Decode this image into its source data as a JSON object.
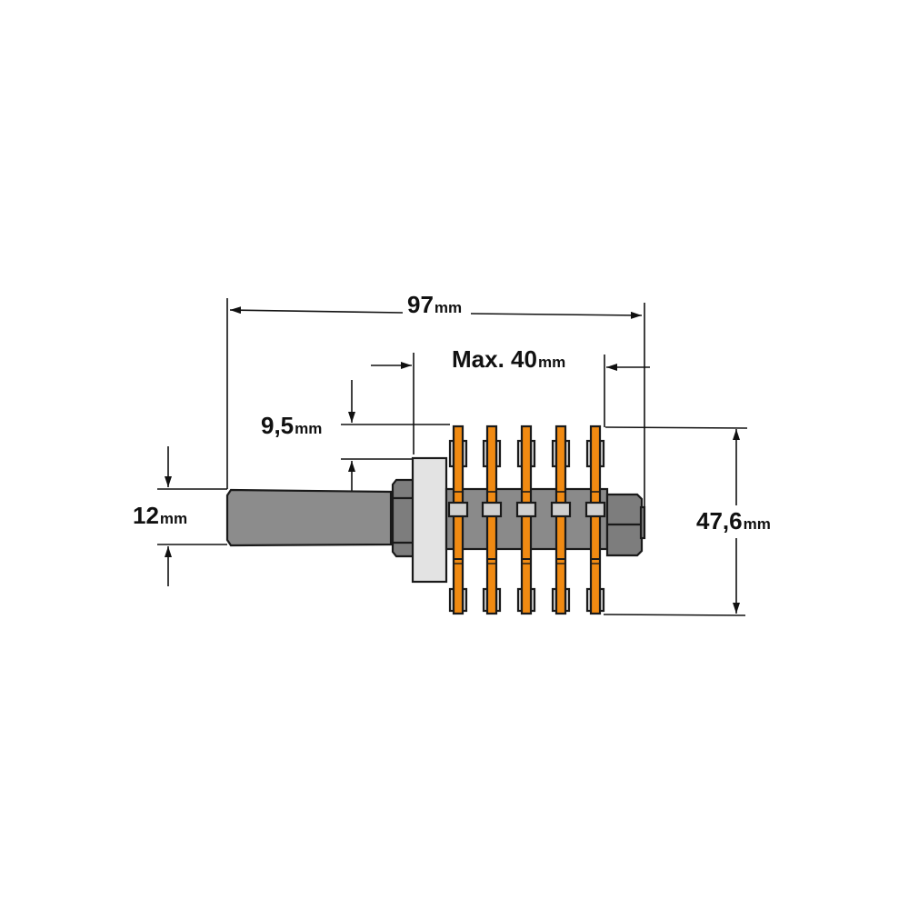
{
  "colors": {
    "background": "#ffffff",
    "shank": "#8c8c8c",
    "nut": "#7d7d7d",
    "bearing": "#e3e3e3",
    "cutter": "#f08a12",
    "tooth": "#d8d8d8",
    "spacer": "#cfcfcf",
    "outline": "#1a1a1a"
  },
  "dimensions": {
    "overall_length": {
      "value": "97",
      "unit": "mm"
    },
    "max_cut_width": {
      "value": "Max. 40",
      "unit": "mm"
    },
    "cut_depth": {
      "value": "9,5",
      "unit": "mm"
    },
    "shank_diameter": {
      "value": "12",
      "unit": "mm"
    },
    "cutter_diameter": {
      "value": "47,6",
      "unit": "mm"
    }
  },
  "parts": {
    "cutter_count": 5,
    "labels": [
      "shank",
      "lock-nut",
      "bearing",
      "cutter-arbor",
      "slotting-cutters",
      "end-nut"
    ]
  }
}
